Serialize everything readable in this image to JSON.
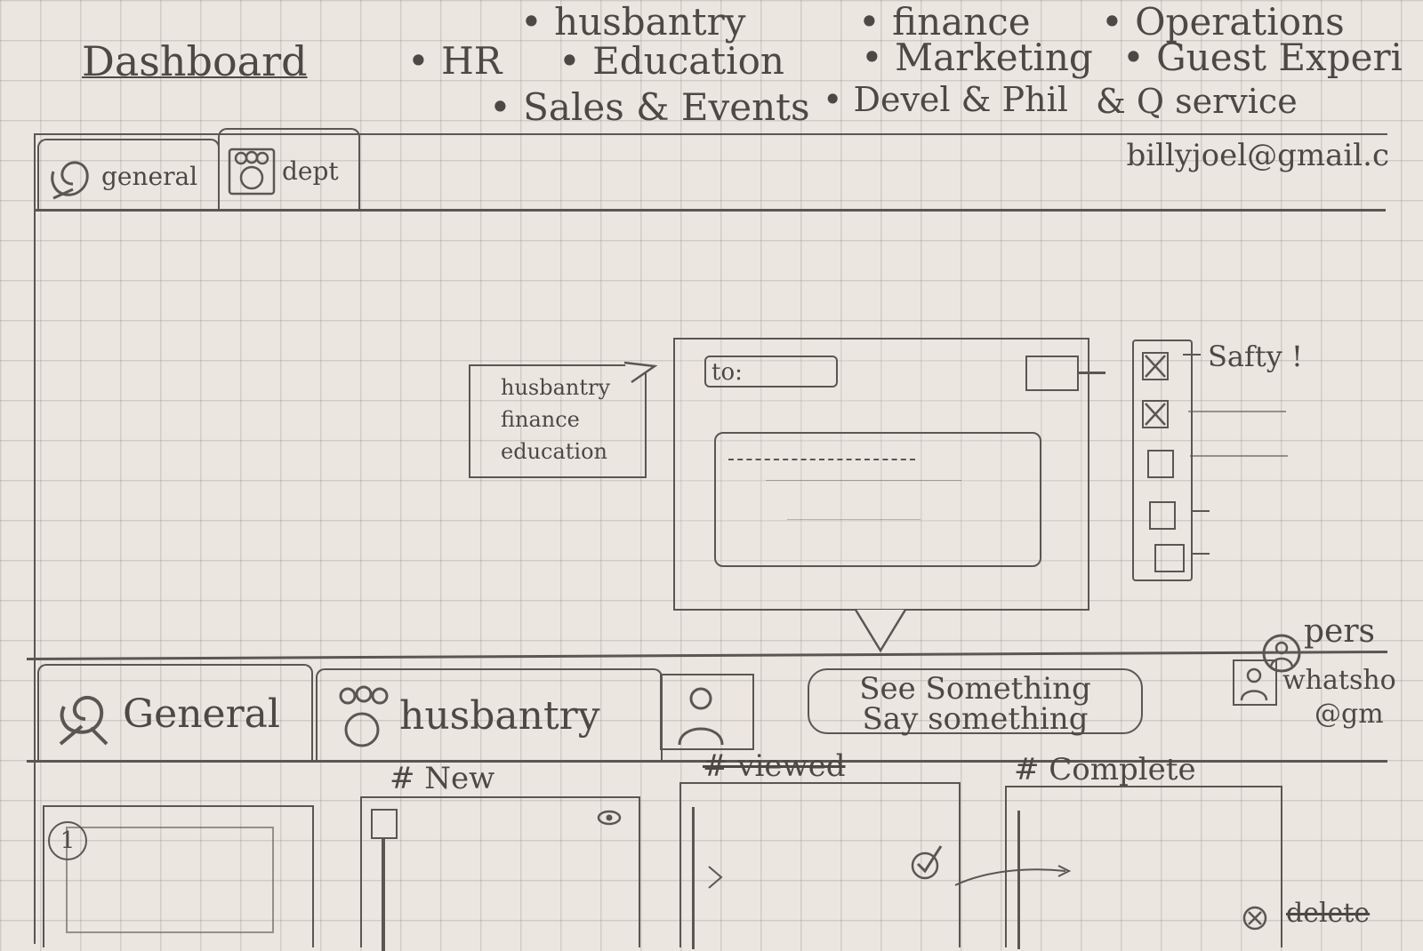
{
  "header": {
    "title": "Dashboard",
    "nav": [
      "husbantry",
      "finance",
      "Operations",
      "HR",
      "Education",
      "Marketing",
      "Guest Experi",
      "Sales & Events",
      "Devel & Phil",
      "& Q service"
    ],
    "user_email": "billyjoel@gmail.c"
  },
  "top_tabs": [
    "general",
    "dept"
  ],
  "compose": {
    "to_label": "to:",
    "departments": [
      "husbantry",
      "finance",
      "education"
    ],
    "safety_label": "Safty !"
  },
  "bottom_tabs": [
    "General",
    "husbantry"
  ],
  "slogan": [
    "See Something",
    "Say something"
  ],
  "person_card": {
    "name": "pers",
    "email_fragment": "whatsho",
    "email_domain": "@gm"
  },
  "columns": [
    "# New",
    "# viewed",
    "# Complete"
  ],
  "card_badge": "1",
  "delete_label": "delete",
  "colors": {
    "pencil": "#5a5652",
    "paper": "#ebe6df",
    "grid": "#aaa39b"
  }
}
